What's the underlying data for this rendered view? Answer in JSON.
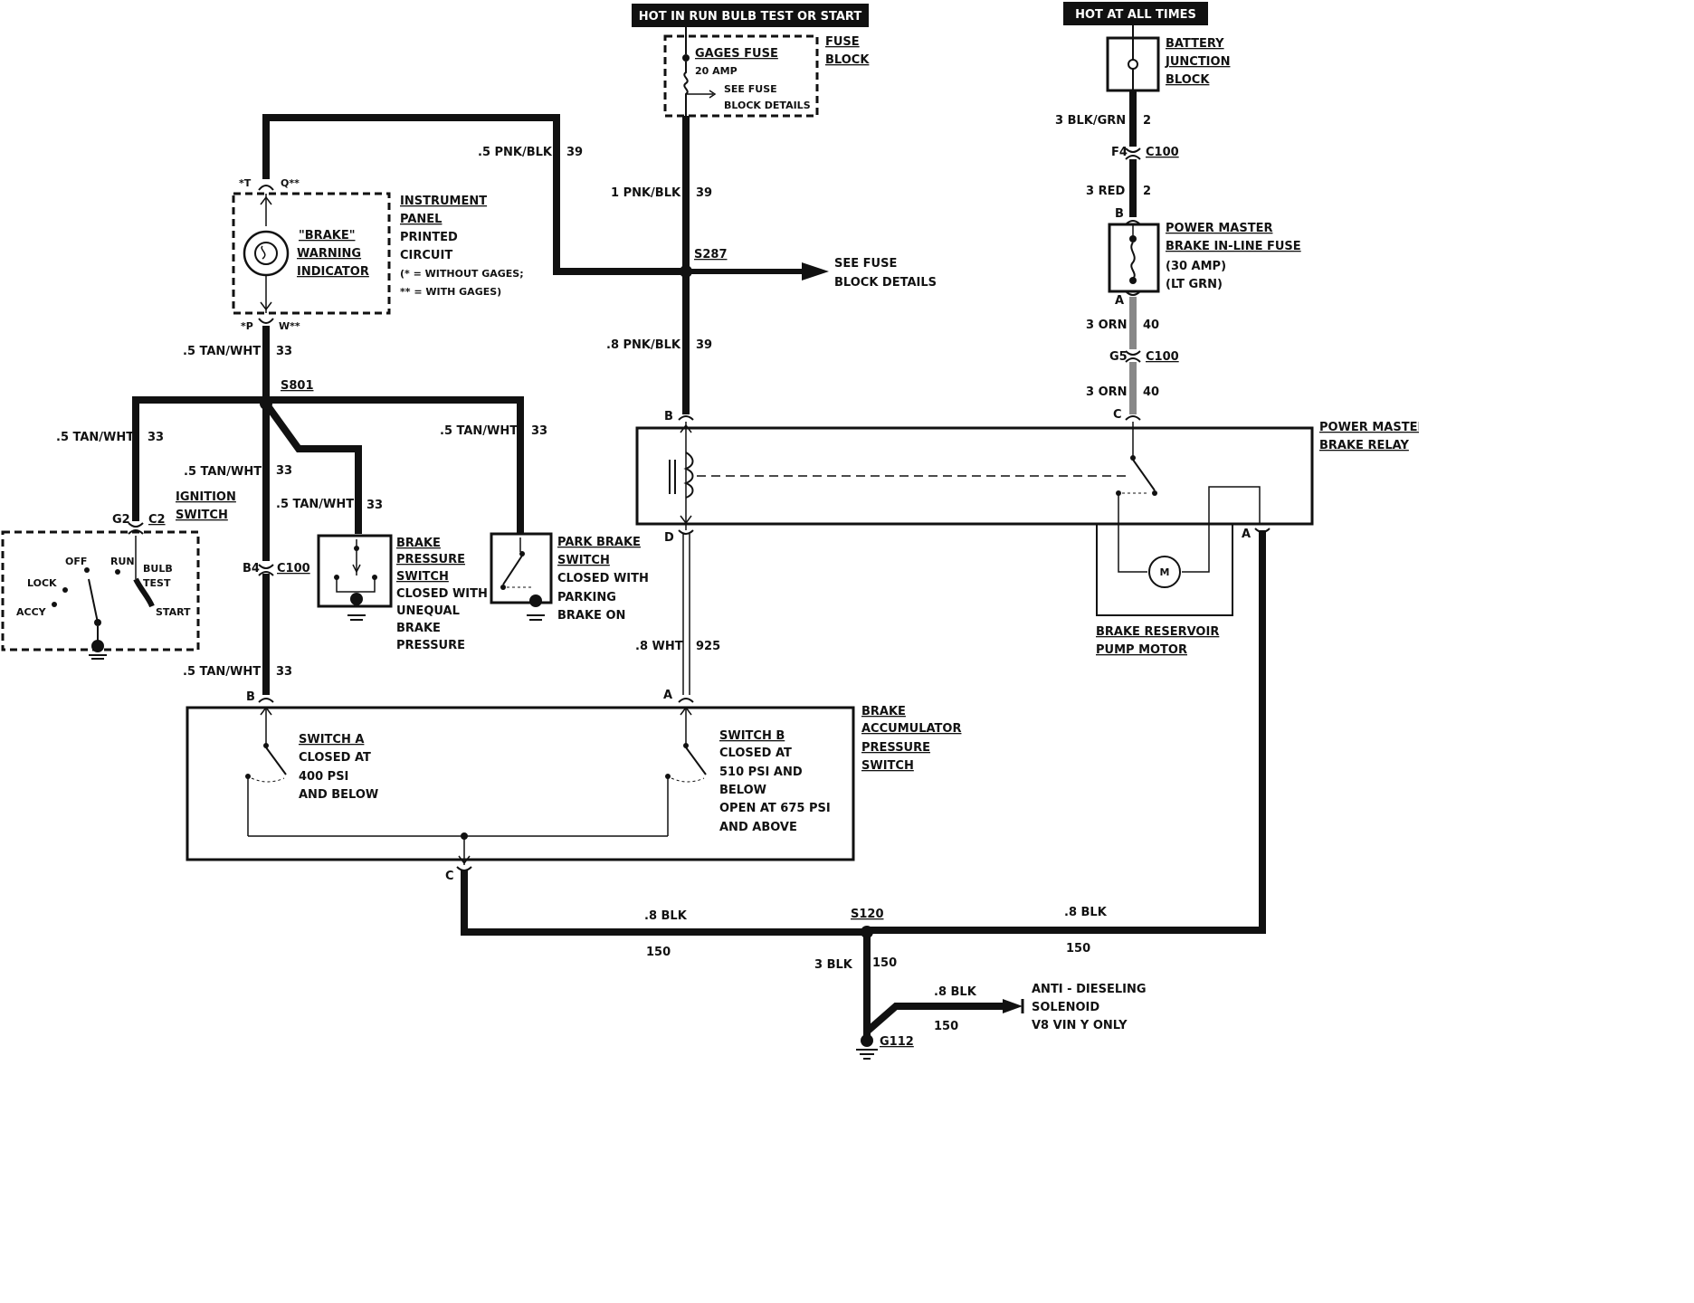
{
  "headers": {
    "hot_run": "HOT IN RUN BULB TEST OR START",
    "hot_all": "HOT AT ALL TIMES"
  },
  "fuse_block": {
    "name": "GAGES FUSE",
    "rating": "20 AMP",
    "see_line1": "SEE FUSE",
    "see_line2": "BLOCK DETAILS",
    "title_line1": "FUSE",
    "title_line2": "BLOCK"
  },
  "battery_junction": {
    "line1": "BATTERY",
    "line2": "JUNCTION",
    "line3": "BLOCK"
  },
  "instrument_panel": {
    "line1": "INSTRUMENT",
    "line2": "PANEL",
    "line3": "PRINTED",
    "line4": "CIRCUIT",
    "line5": "(* = WITHOUT GAGES;",
    "line6": "** = WITH GAGES)",
    "indicator_line1": "\"BRAKE\"",
    "indicator_line2": "WARNING",
    "indicator_line3": "INDICATOR",
    "pin_top_left": "*T",
    "pin_top_right": "Q**",
    "pin_bottom_left": "*P",
    "pin_bottom_right": "W**"
  },
  "splices": {
    "s287": "S287",
    "s801": "S801",
    "s120": "S120",
    "see_fuse_line1": "SEE FUSE",
    "see_fuse_line2": "BLOCK DETAILS"
  },
  "wires": {
    "pnk_blk_top": ".5 PNK/BLK",
    "pnk_blk_top_num": "39",
    "pnk_blk_1": "1 PNK/BLK",
    "pnk_blk_1_num": "39",
    "pnk_blk_8": ".8 PNK/BLK",
    "pnk_blk_8_num": "39",
    "tan_wht_a": ".5 TAN/WHT",
    "tan_wht_a_num": "33",
    "tan_wht_b": ".5 TAN/WHT",
    "tan_wht_b_num": "33",
    "tan_wht_c": ".5 TAN/WHT",
    "tan_wht_c_num": "33",
    "tan_wht_d": ".5 TAN/WHT",
    "tan_wht_d_num": "33",
    "tan_wht_e": ".5 TAN/WHT",
    "tan_wht_e_num": "33",
    "tan_wht_f": ".5 TAN/WHT",
    "tan_wht_f_num": "33",
    "blk_grn": "3 BLK/GRN",
    "blk_grn_num": "2",
    "red": "3 RED",
    "red_num": "2",
    "orn_a": "3 ORN",
    "orn_a_num": "40",
    "orn_b": "3 ORN",
    "orn_b_num": "40",
    "wht": ".8 WHT",
    "wht_num": "925",
    "blk_left": ".8 BLK",
    "blk_left_num": "150",
    "blk_right": ".8 BLK",
    "blk_right_num": "150",
    "blk_3": "3 BLK",
    "blk_3_num": "150",
    "blk_dsl": ".8 BLK",
    "blk_dsl_num": "150"
  },
  "connectors": {
    "f4": "F4",
    "c100_a": "C100",
    "g5": "G5",
    "c100_b": "C100",
    "b4": "B4",
    "c100_c": "C100",
    "g2": "G2",
    "c2": "C2",
    "pin_b_relay": "B",
    "pin_d_relay": "D",
    "pin_c_relay": "C",
    "pin_a_relay": "A",
    "pin_b_fuse": "B",
    "pin_a_fuse": "A",
    "pin_b_acc": "B",
    "pin_a_acc": "A",
    "pin_c_acc": "C"
  },
  "power_master_fuse": {
    "line1": "POWER MASTER",
    "line2": "BRAKE IN-LINE FUSE",
    "line3": "(30 AMP)",
    "line4": "(LT GRN)"
  },
  "relay": {
    "line1": "POWER MASTER",
    "line2": "BRAKE RELAY"
  },
  "pump": {
    "line1": "BRAKE RESERVOIR",
    "line2": "PUMP MOTOR",
    "symbol": "M"
  },
  "ignition": {
    "title1": "IGNITION",
    "title2": "SWITCH",
    "off": "OFF",
    "run": "RUN",
    "bulb": "BULB",
    "test": "TEST",
    "lock": "LOCK",
    "accy": "ACCY",
    "start": "START"
  },
  "brake_pressure_switch": {
    "line1": "BRAKE",
    "line2": "PRESSURE",
    "line3": "SWITCH",
    "line4": "CLOSED WITH",
    "line5": "UNEQUAL",
    "line6": "BRAKE",
    "line7": "PRESSURE"
  },
  "park_brake_switch": {
    "line1": "PARK BRAKE",
    "line2": "SWITCH",
    "line3": "CLOSED WITH",
    "line4": "PARKING",
    "line5": "BRAKE ON"
  },
  "accumulator": {
    "title1": "BRAKE",
    "title2": "ACCUMULATOR",
    "title3": "PRESSURE",
    "title4": "SWITCH",
    "a_line1": "SWITCH A",
    "a_line2": "CLOSED AT",
    "a_line3": "400 PSI",
    "a_line4": "AND BELOW",
    "b_line1": "SWITCH B",
    "b_line2": "CLOSED AT",
    "b_line3": "510 PSI AND",
    "b_line4": "BELOW",
    "b_line5": "OPEN AT 675 PSI",
    "b_line6": "AND ABOVE"
  },
  "ground": {
    "g112": "G112"
  },
  "solenoid": {
    "line1": "ANTI - DIESELING",
    "line2": "SOLENOID",
    "line3": "V8 VIN Y ONLY"
  }
}
